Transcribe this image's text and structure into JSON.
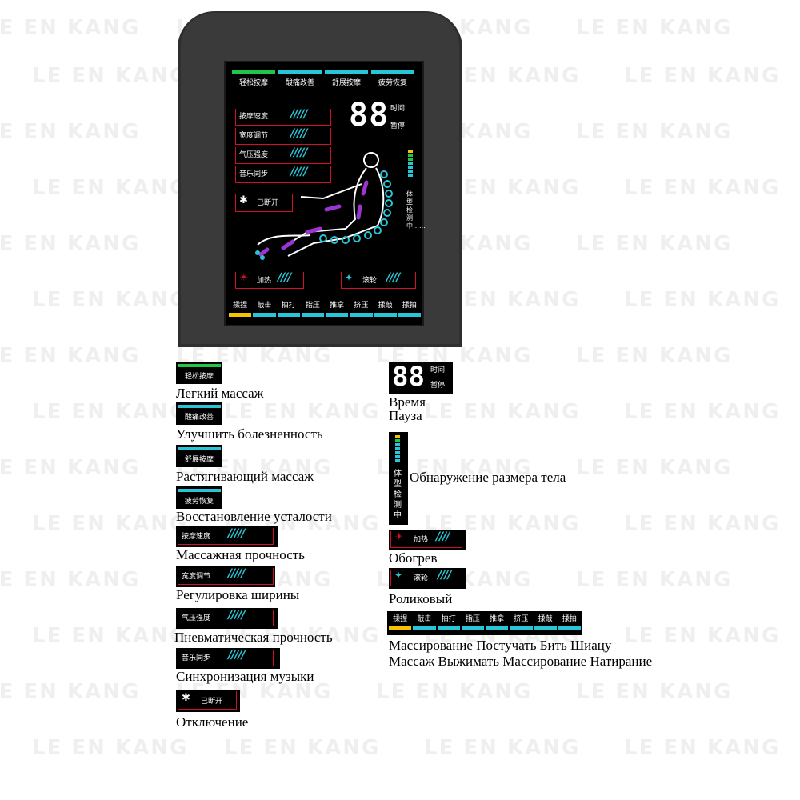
{
  "watermark": "LE EN KANG",
  "colors": {
    "cyan": "#28c5d6",
    "green": "#1fc64a",
    "yellow": "#f5c400",
    "red": "#d0102a",
    "purple": "#9a35d0"
  },
  "screen": {
    "tabs": [
      "轻松按摩",
      "酸痛改善",
      "舒展按摩",
      "疲劳恢复"
    ],
    "settings": [
      {
        "label": "按摩速度",
        "bars": "/////"
      },
      {
        "label": "宽度调节",
        "bars": "/////"
      },
      {
        "label": "气压强度",
        "bars": "/////"
      },
      {
        "label": "音乐同步",
        "bars": "/////"
      }
    ],
    "digits": "88",
    "time_label": "时间",
    "pause_label": "暂停",
    "bluetooth_status": "已断开",
    "body_detect": "体型检测中……",
    "heat_label": "加热",
    "roller_label": "滚轮",
    "level_bars": "////",
    "modes": [
      "揉捏",
      "敲击",
      "拍打",
      "指压",
      "推拿",
      "挤压",
      "揉敲",
      "揉拍"
    ]
  },
  "legend_left": [
    {
      "icon": "轻松按摩",
      "text": "Легкий массаж"
    },
    {
      "icon": "酸痛改善",
      "text": "Улучшить болезненность"
    },
    {
      "icon": "舒展按摩",
      "text": "Растягивающий массаж"
    },
    {
      "icon": "疲劳恢复",
      "text": "Восстановление усталости"
    },
    {
      "icon": "按摩速度",
      "bars": "/////",
      "text": "Массажная прочность"
    },
    {
      "icon": "宽度调节",
      "bars": "/////",
      "text": "Регулировка ширины"
    },
    {
      "icon": "气压强度",
      "bars": "/////",
      "text": "Пневматическая прочность"
    },
    {
      "icon": "音乐同步",
      "bars": "/////",
      "text": "Синхронизация музыки"
    },
    {
      "icon": "已断开",
      "text": "Отключение"
    }
  ],
  "legend_right": {
    "time_text": "Время",
    "pause_text": "Пауза",
    "body_text": "Обнаружение размера тела",
    "body_icon": "体型检测中",
    "heat_text": "Обогрев",
    "roller_text": "Роликовый",
    "modes_line1": "Массирование Постучать Бить Шиацу",
    "modes_line2": "Массаж Выжимать Массирование Натирание"
  }
}
